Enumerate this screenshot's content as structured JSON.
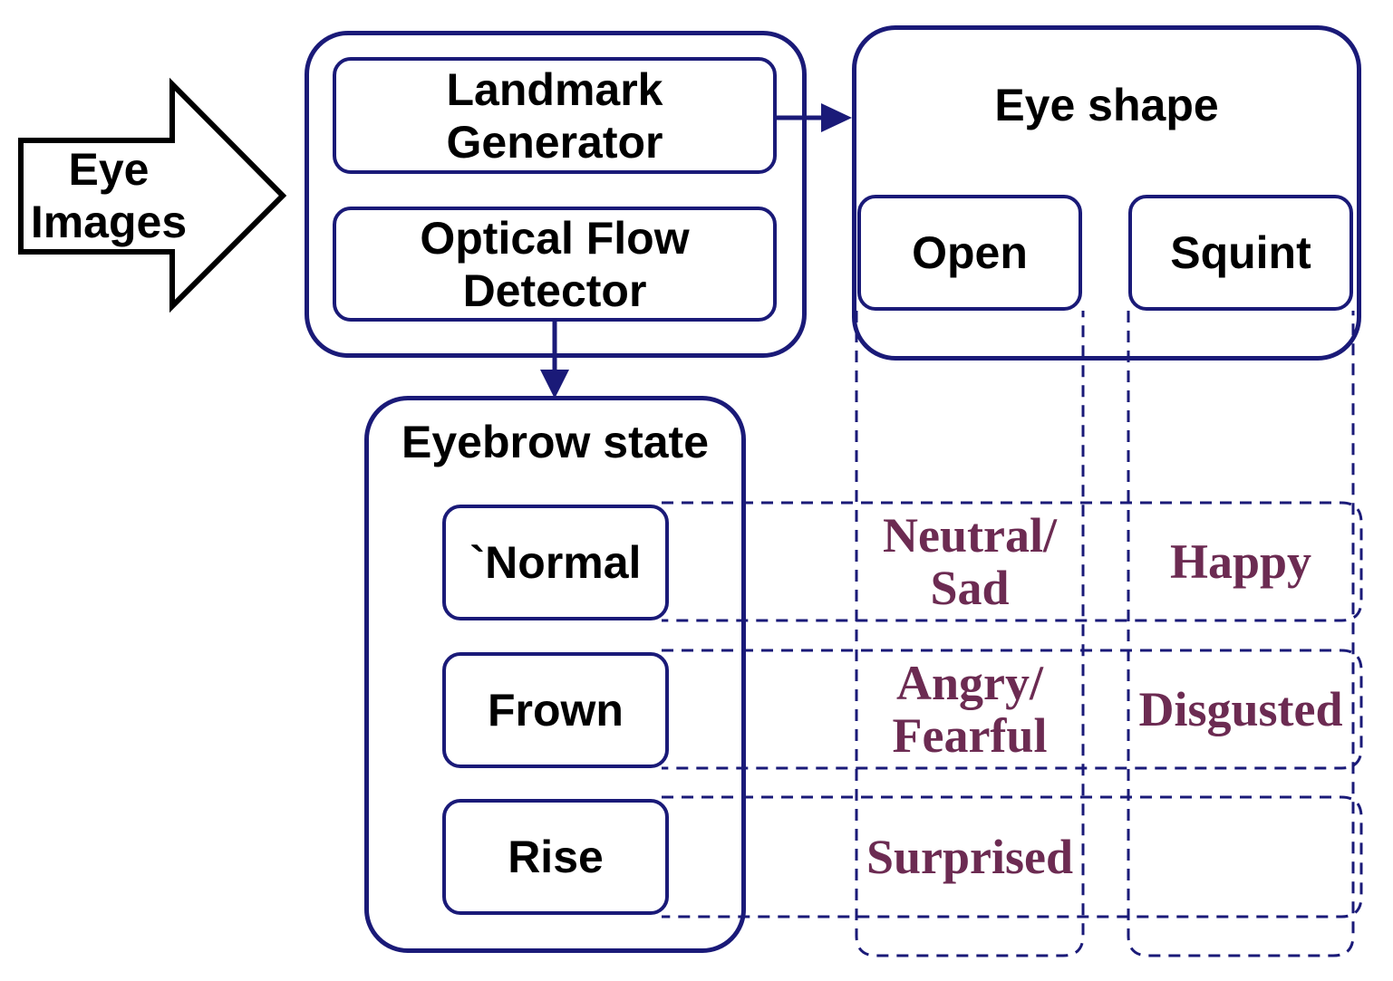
{
  "colors": {
    "navy": "#1a1a78",
    "purple": "#6c2b52",
    "ink": "#000000"
  },
  "input_arrow": {
    "label": "Eye\nImages"
  },
  "processor": {
    "landmark_label": "Landmark\nGenerator",
    "optical_label": "Optical Flow\nDetector"
  },
  "eye_shape": {
    "title": "Eye shape",
    "options": [
      {
        "label": "Open"
      },
      {
        "label": "Squint"
      }
    ]
  },
  "eyebrow_state": {
    "title": "Eyebrow state",
    "options": [
      {
        "label": "`Normal"
      },
      {
        "label": "Frown"
      },
      {
        "label": "Rise"
      }
    ]
  },
  "emotion_grid": {
    "cells": [
      {
        "eyebrow": "Normal",
        "eye": "Open",
        "label": "Neutral/\nSad"
      },
      {
        "eyebrow": "Normal",
        "eye": "Squint",
        "label": "Happy"
      },
      {
        "eyebrow": "Frown",
        "eye": "Open",
        "label": "Angry/\nFearful"
      },
      {
        "eyebrow": "Frown",
        "eye": "Squint",
        "label": "Disgusted"
      },
      {
        "eyebrow": "Rise",
        "eye": "Open",
        "label": "Surprised"
      },
      {
        "eyebrow": "Rise",
        "eye": "Squint",
        "label": ""
      }
    ]
  }
}
